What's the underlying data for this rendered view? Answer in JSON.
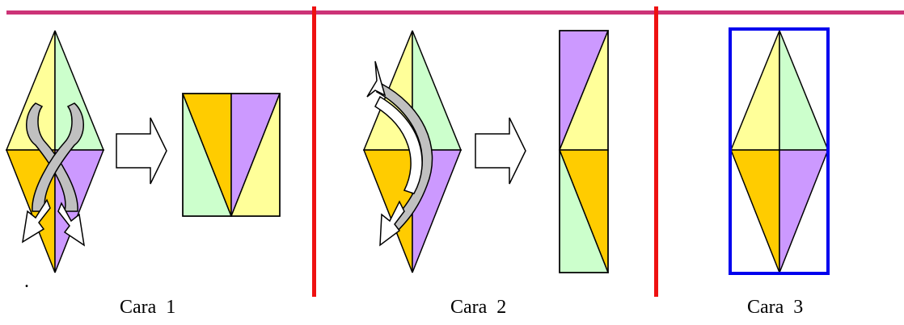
{
  "captions": {
    "panel1": "Cara  1",
    "panel2": "Cara  2",
    "panel3": "Cara  3"
  },
  "marks": {
    "dot": "."
  },
  "colors": {
    "top_line": "#cc3377",
    "divider": "#ee1111",
    "yellow": "#ffff99",
    "green": "#ccffcc",
    "orange": "#ffcc00",
    "purple": "#cc99ff",
    "arrow_gray": "#c0c0c0",
    "frame_blue": "#0000ee"
  }
}
